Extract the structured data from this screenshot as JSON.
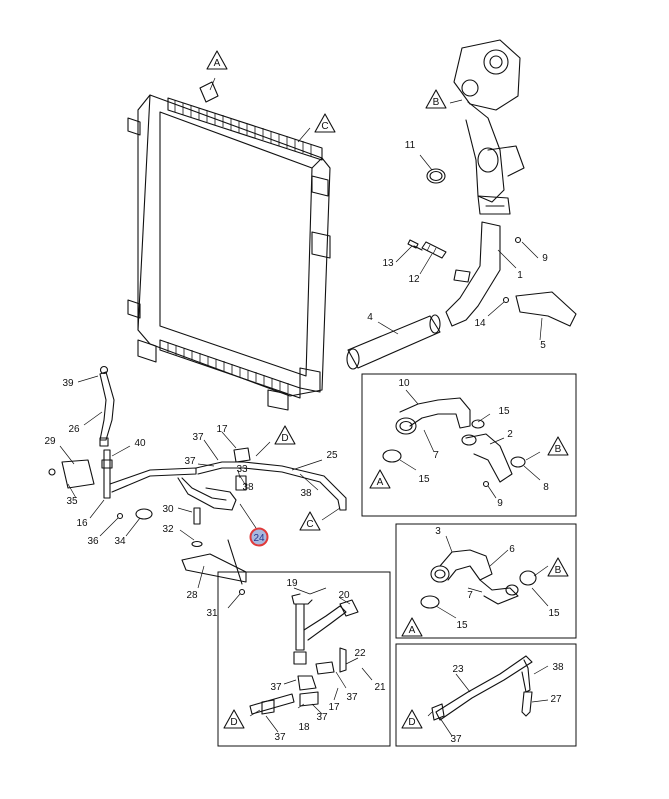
{
  "callouts": {
    "p1": "1",
    "p2": "2",
    "p3": "3",
    "p4": "4",
    "p5": "5",
    "p6": "6",
    "p7a": "7",
    "p7b": "7",
    "p8": "8",
    "p9a": "9",
    "p9b": "9",
    "p10": "10",
    "p11": "11",
    "p12": "12",
    "p13": "13",
    "p14": "14",
    "p15a": "15",
    "p15b": "15",
    "p15c": "15",
    "p15d": "15",
    "p16": "16",
    "p17a": "17",
    "p17b": "17",
    "p18": "18",
    "p19": "19",
    "p20": "20",
    "p21": "21",
    "p22": "22",
    "p23": "23",
    "p24": "24",
    "p25": "25",
    "p26": "26",
    "p27": "27",
    "p28": "28",
    "p29": "29",
    "p30": "30",
    "p31": "31",
    "p32": "32",
    "p33": "33",
    "p34": "34",
    "p35": "35",
    "p36": "36",
    "p37a": "37",
    "p37b": "37",
    "p37c": "37",
    "p37d": "37",
    "p37e": "37",
    "p37f": "37",
    "p37g": "37",
    "p38a": "38",
    "p38b": "38",
    "p38c": "38",
    "p39": "39",
    "p40": "40"
  },
  "references": {
    "refA1": "A",
    "refB1": "B",
    "refC1": "C",
    "refD1": "D",
    "refC2": "C",
    "refA2": "A",
    "refB2": "B",
    "refA3": "A",
    "refB3": "B",
    "refD2": "D",
    "refD3": "D"
  },
  "highlight": {
    "part": "24",
    "color": "#e03a3a"
  }
}
